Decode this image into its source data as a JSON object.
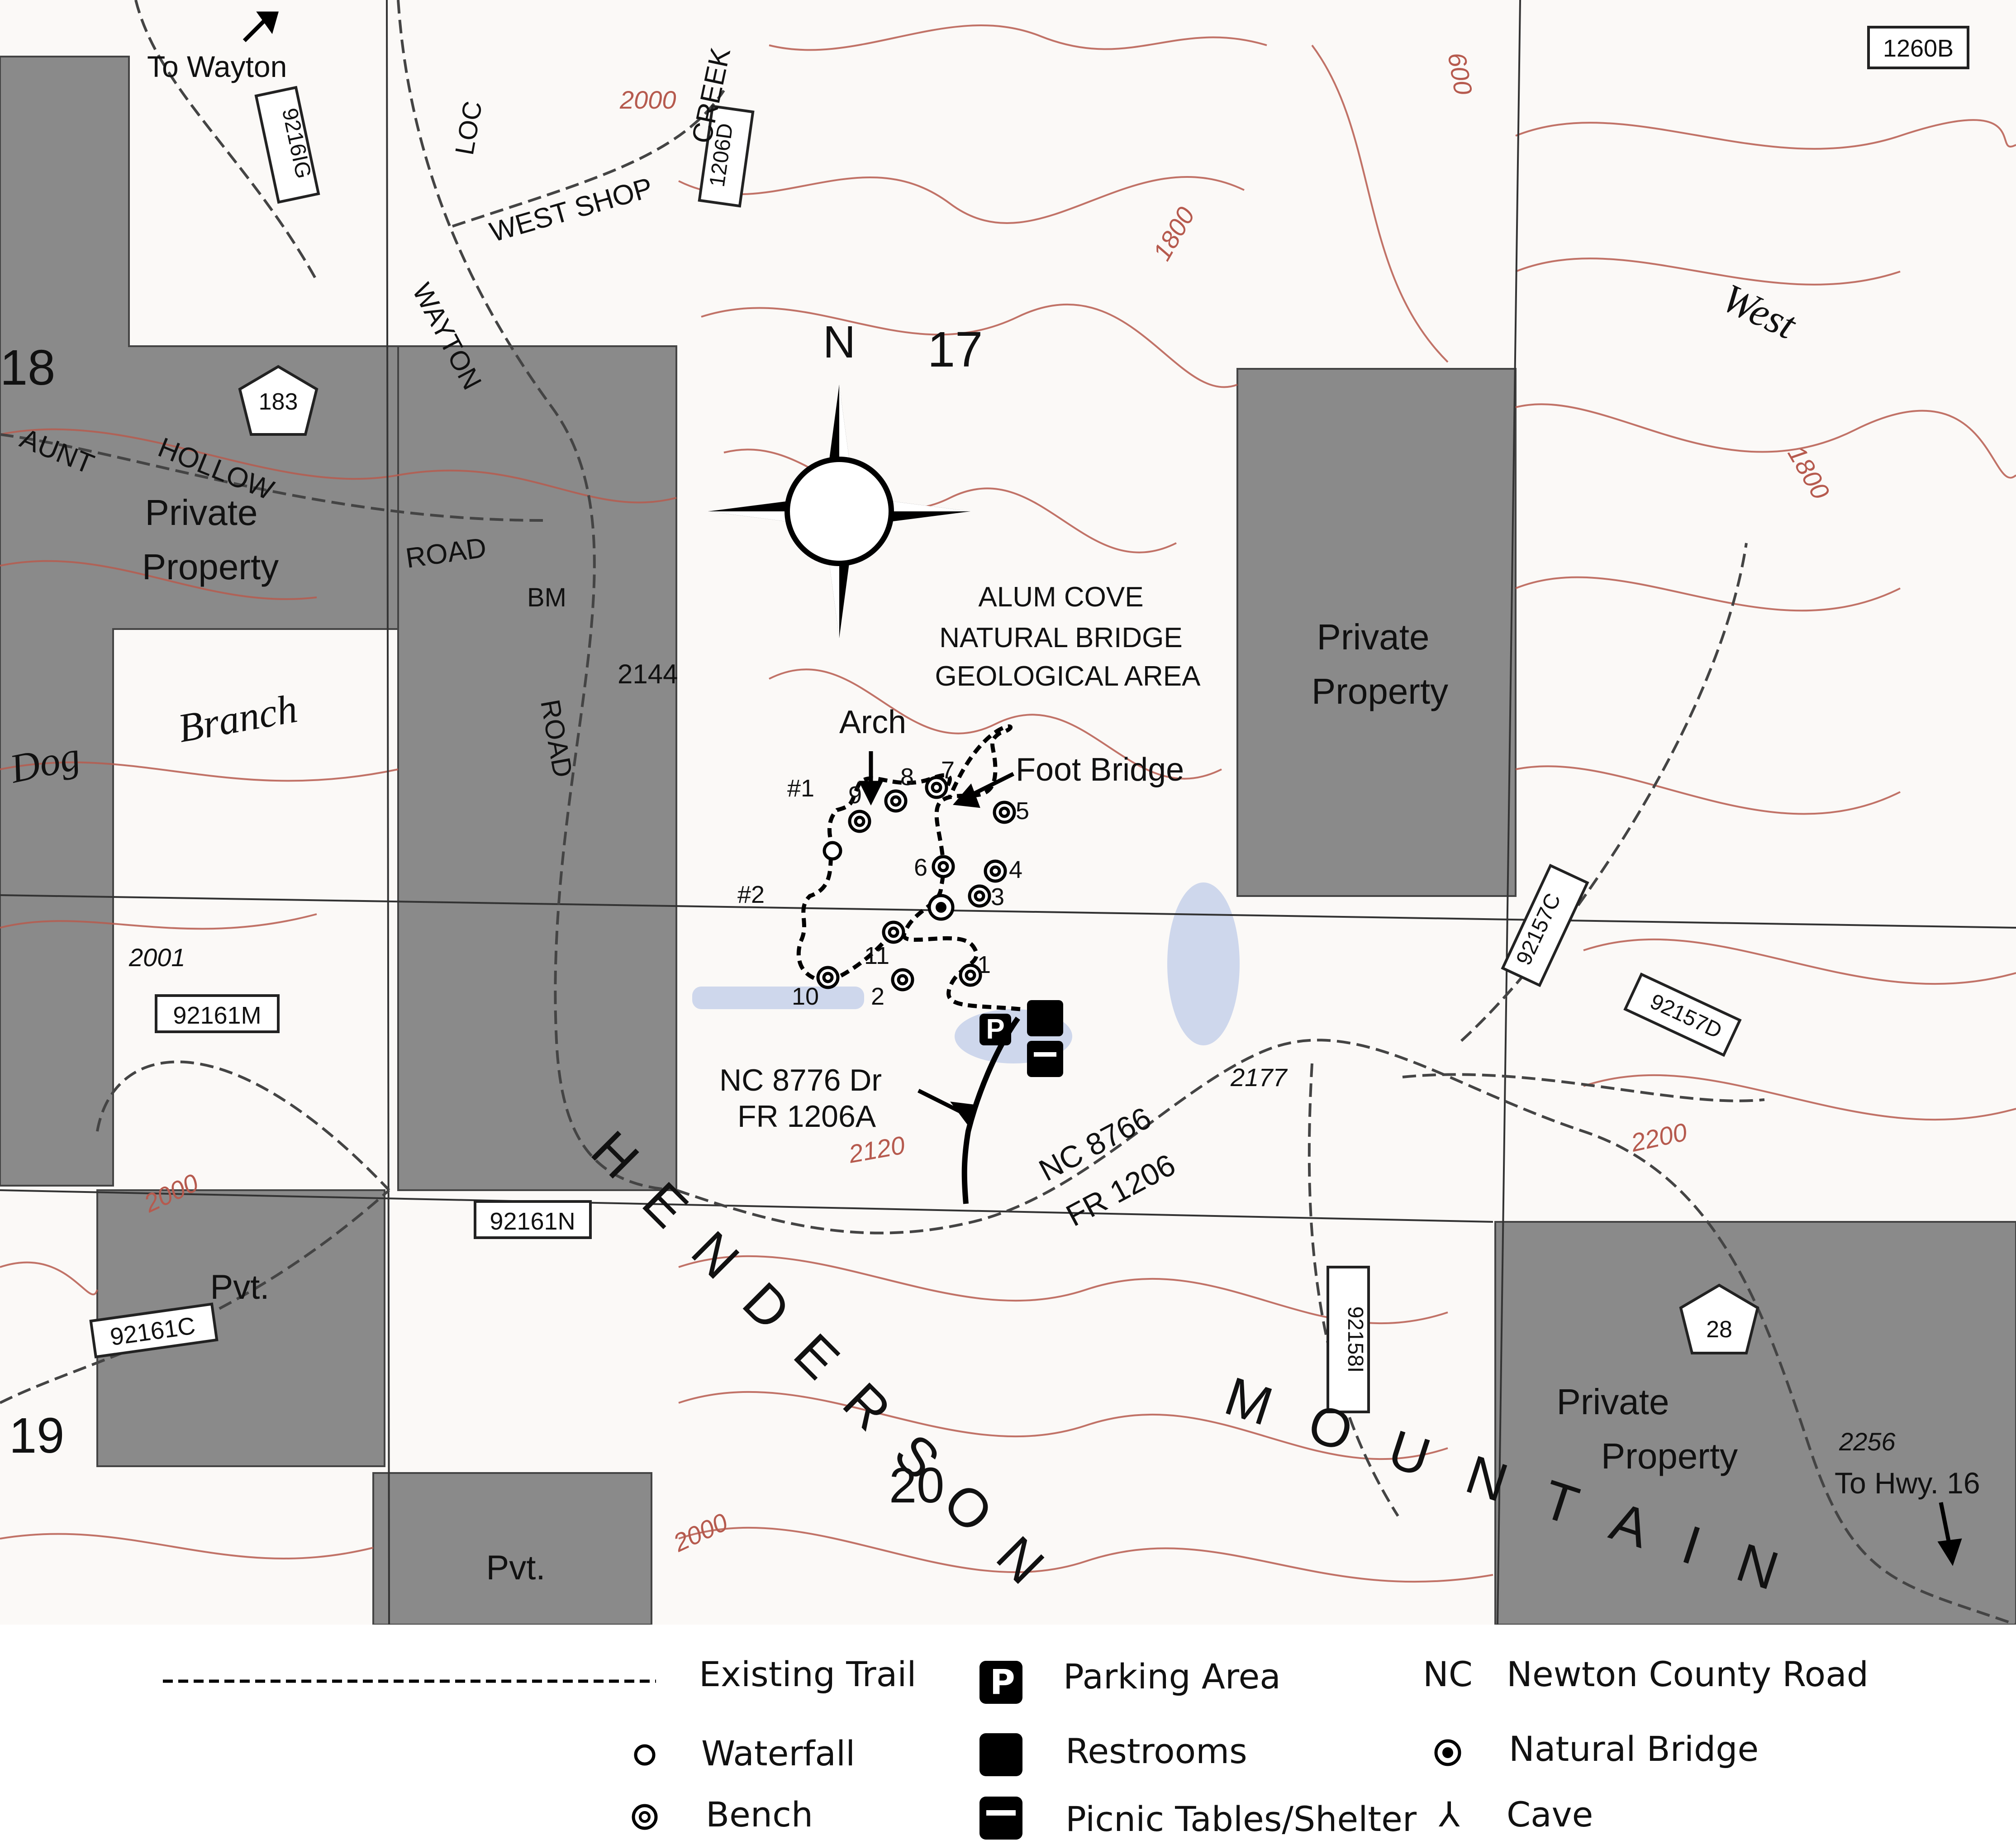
{
  "colors": {
    "contour": "#b65a4e",
    "private_shade": "#7a7a7a",
    "water": "#c9d3ea",
    "grid": "#333333",
    "road": "#444444",
    "trail": "#000000"
  },
  "labels": {
    "to_wayton": "To Wayton",
    "to_hwy16": "To Hwy. 16",
    "north": "N",
    "area_line1": "ALUM COVE",
    "area_line2": "NATURAL BRIDGE",
    "area_line3": "GEOLOGICAL AREA",
    "arch": "Arch",
    "foot_bridge": "Foot Bridge",
    "private_property": "Private",
    "private_property2": "Property",
    "pvt": "Pvt.",
    "nc_8776_line1": "NC 8776 Dr",
    "nc_8776_line2": "FR 1206A",
    "nc_8766_line1": "NC 8766",
    "nc_8766_line2": "FR 1206",
    "henderson": "H E N D E R S O N",
    "mountain": "M O U N T A I N",
    "wayton_road": "WAYTON",
    "road_word": "ROAD",
    "west_shop": "WEST SHOP",
    "creek": "CREEK",
    "loc": "LOC",
    "hollow": "HOLLOW",
    "hollow_road": "ROAD",
    "aunt": "AUNT",
    "dog": "Dog",
    "branch": "Branch",
    "west": "West",
    "bm": "BM",
    "cave1": "#1",
    "cave2": "#2"
  },
  "sections": [
    "17",
    "18",
    "19",
    "20"
  ],
  "elevations": [
    "2000",
    "1800",
    "2144",
    "2001",
    "2177",
    "2200",
    "2256",
    "2120",
    "600",
    "1800",
    "2000",
    "2000"
  ],
  "route_shields": [
    "1206D",
    "1260B",
    "9216IG",
    "92161M",
    "92161N",
    "92161C",
    "92157C",
    "92157D",
    "92158I"
  ],
  "highways": [
    "183",
    "28"
  ],
  "trail_stops": {
    "benches": [
      "2",
      "3",
      "4",
      "5",
      "6",
      "7",
      "8",
      "9",
      "10",
      "11"
    ],
    "numbers_plain": [
      "1"
    ]
  },
  "legend": {
    "trail": "Existing Trail",
    "waterfall": "Waterfall",
    "bench": "Bench",
    "parking_symbol": "P",
    "parking": "Parking Area",
    "restrooms": "Restrooms",
    "picnic": "Picnic Tables/Shelter",
    "nc_abbr": "NC",
    "nc_text": "Newton County Road",
    "natural_bridge": "Natural Bridge",
    "cave_symbol": "⅄",
    "cave": "Cave"
  }
}
